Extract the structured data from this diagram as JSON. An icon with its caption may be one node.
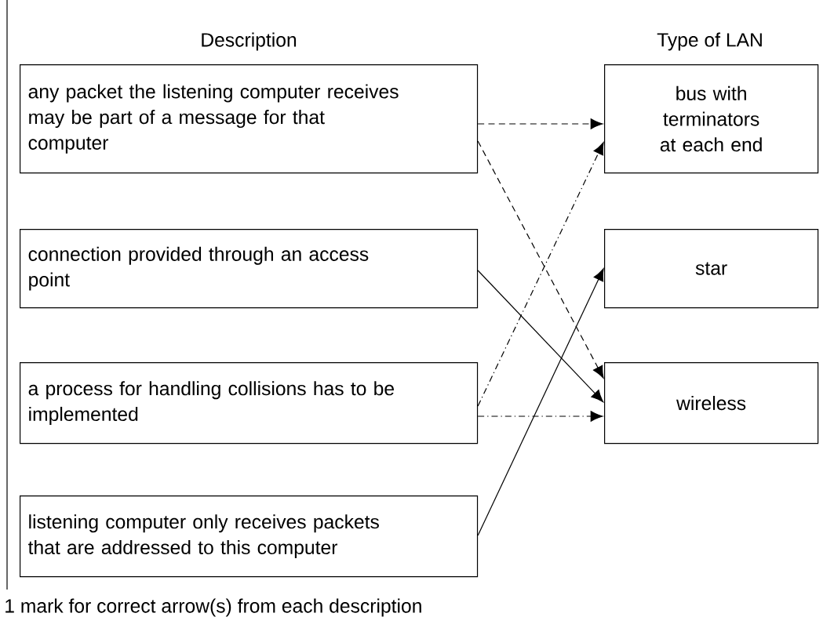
{
  "diagram": {
    "nodes": [
      {
        "text": [
          "any packet the listening computer receives may be part of a message for that computer"
        ]
      },
      {
        "text": [
          "connection provided through an access point"
        ]
      },
      {
        "text": [
          "a process for handling collisions has to be implemented"
        ]
      },
      {
        "text": [
          "listening computer only receives packets that are addressed to this computer"
        ]
      },
      {
        "text": [
          "bus with terminators at each end"
        ]
      },
      {
        "text": [
          "star"
        ]
      },
      {
        "text": [
          "wireless"
        ]
      }
    ],
    "edges": [
      {
        "from": 0,
        "to": 4,
        "arrow": "to",
        "style": "dashed"
      },
      {
        "from": 0,
        "to": 6,
        "arrow": "to",
        "style": "dashed"
      },
      {
        "from": 1,
        "to": 6,
        "arrow": "to"
      },
      {
        "from": 2,
        "to": 4,
        "arrow": "to",
        "style": "dashed"
      },
      {
        "from": 2,
        "to": 6,
        "arrow": "to",
        "style": "dashed"
      },
      {
        "from": 3,
        "to": 5,
        "arrow": "to"
      }
    ],
    "labels": [
      "Description",
      "Type of LAN",
      "1 mark for correct arrow(s) from each description"
    ]
  }
}
